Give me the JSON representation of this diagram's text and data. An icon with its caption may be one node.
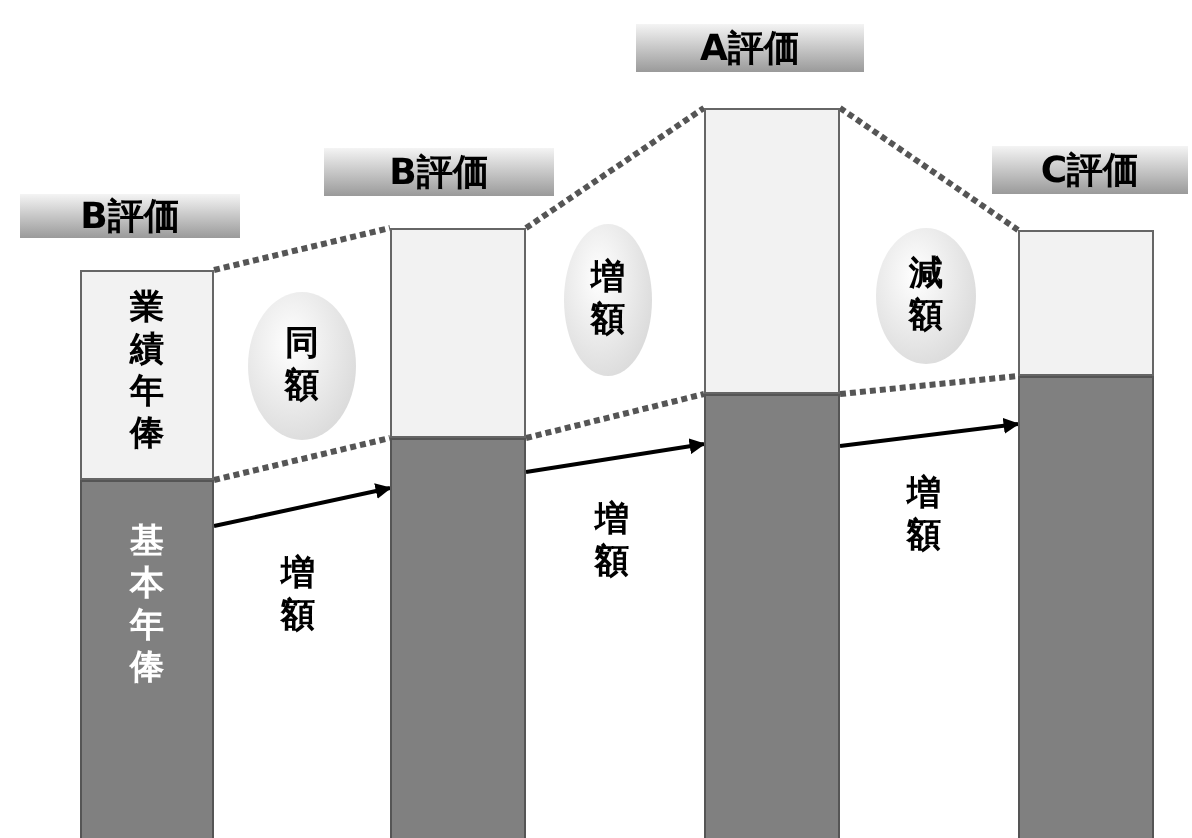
{
  "diagram": {
    "nodes": [
      {
        "text": [
          "B評価"
        ]
      },
      {
        "text": [
          "業績年俸"
        ]
      },
      {
        "text": [
          "基本年俸"
        ]
      },
      {
        "text": [
          "B評価"
        ]
      },
      {
        "text": [],
        "shape": "box"
      },
      {
        "text": [],
        "shape": "box"
      },
      {
        "text": [
          "A評価"
        ]
      },
      {
        "text": [],
        "shape": "box"
      },
      {
        "text": [],
        "shape": "box"
      },
      {
        "text": [
          "C評価"
        ]
      },
      {
        "text": [],
        "shape": "box"
      },
      {
        "text": [],
        "shape": "box"
      },
      {
        "text": [
          "同額"
        ]
      },
      {
        "text": [
          "増額"
        ]
      },
      {
        "text": [
          "減額"
        ]
      }
    ],
    "edges": [
      {
        "from": 1,
        "to": 4,
        "arrow": "none",
        "style": "dashed"
      },
      {
        "from": 1,
        "to": 4,
        "arrow": "none",
        "style": "dashed"
      },
      {
        "from": 4,
        "to": 7,
        "arrow": "none",
        "style": "dashed"
      },
      {
        "from": 4,
        "to": 7,
        "arrow": "none",
        "style": "dashed"
      },
      {
        "from": 7,
        "to": 10,
        "arrow": "none",
        "style": "dashed"
      },
      {
        "from": 7,
        "to": 10,
        "arrow": "none",
        "style": "dashed"
      },
      {
        "from": 2,
        "to": 5,
        "arrow": "to",
        "label": "増額"
      },
      {
        "from": 5,
        "to": 8,
        "arrow": "to",
        "label": "増額"
      },
      {
        "from": 8,
        "to": 11,
        "arrow": "to",
        "label": "増額"
      }
    ]
  }
}
